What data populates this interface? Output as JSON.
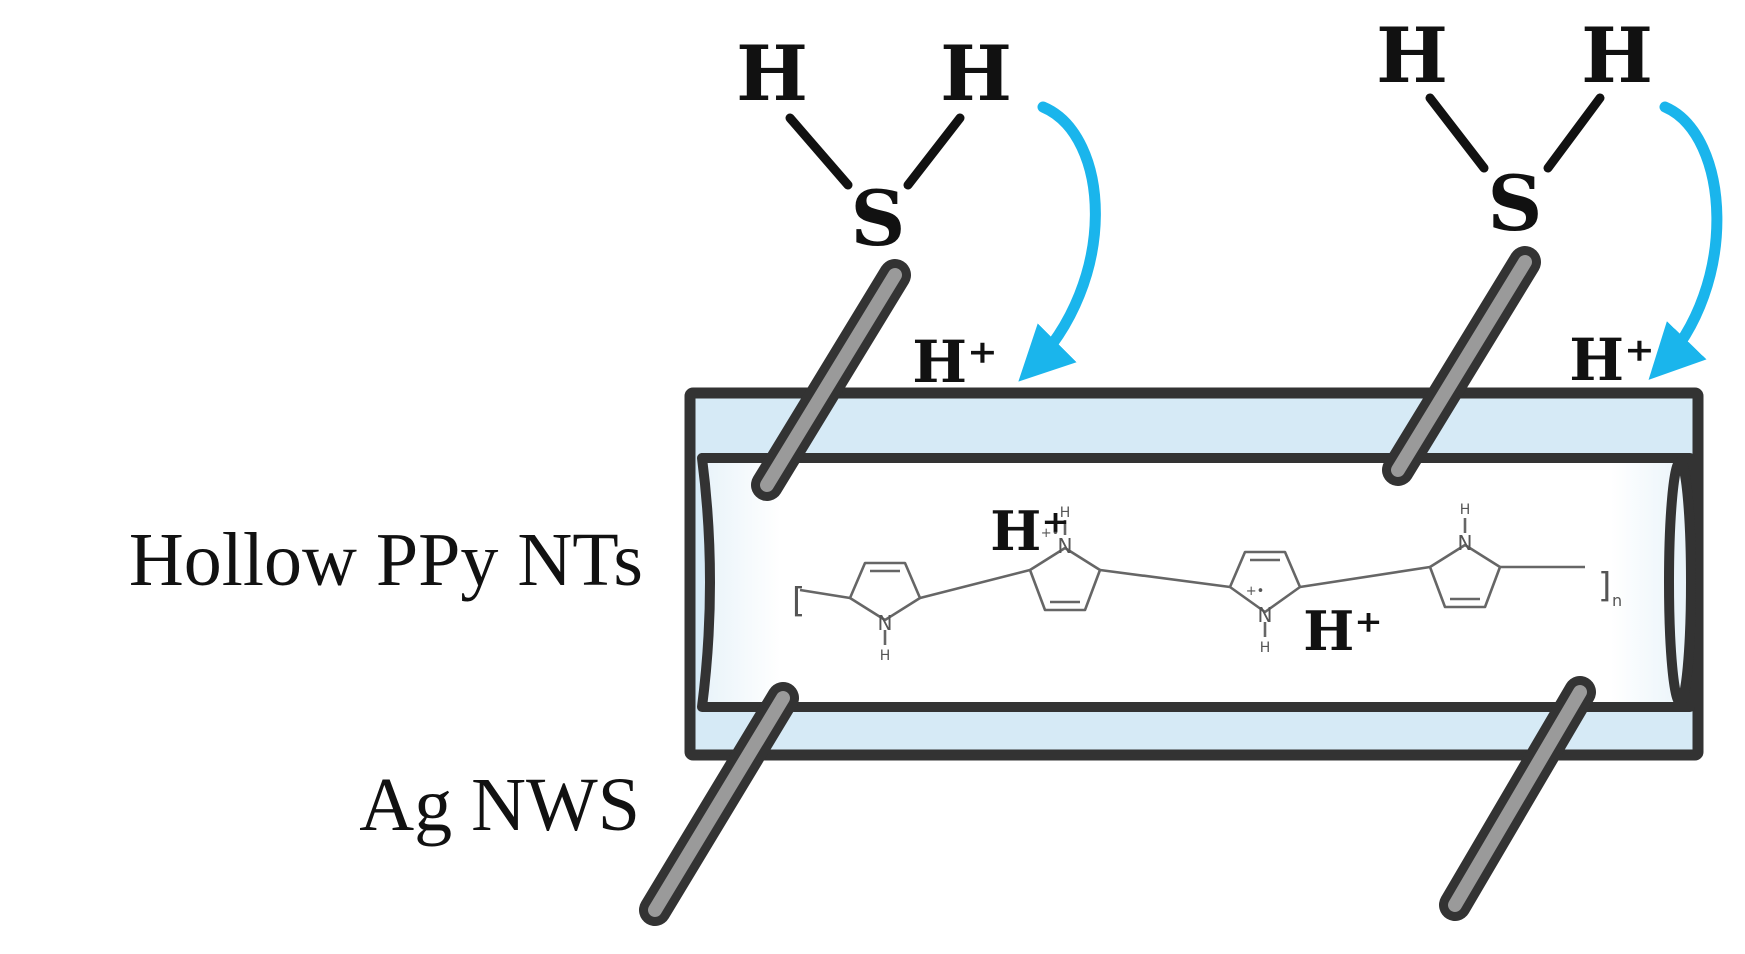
{
  "labels": {
    "nanotube": "Hollow PPy NTs",
    "nanowire": "Ag NWS"
  },
  "molecules": [
    {
      "h_left": "H",
      "h_right": "H",
      "s": "S",
      "proton": "H⁺"
    },
    {
      "h_left": "H",
      "h_right": "H",
      "s": "S",
      "proton": "H⁺"
    }
  ],
  "polymer": {
    "bracket_open": "[",
    "bracket_close": "]",
    "repeat_subscript": "n",
    "nitrogen": "N",
    "hydrogen": "H",
    "radical_cation": "+•",
    "proton_a": "H⁺",
    "proton_b": "H⁺"
  },
  "colors": {
    "arrow": "#1ab5ec",
    "tube_wall": "#d6eaf6",
    "tube_outline": "#333333",
    "tube_inner": "#f4f9fc",
    "wire_fill": "#999999",
    "wire_outline": "#333333"
  }
}
